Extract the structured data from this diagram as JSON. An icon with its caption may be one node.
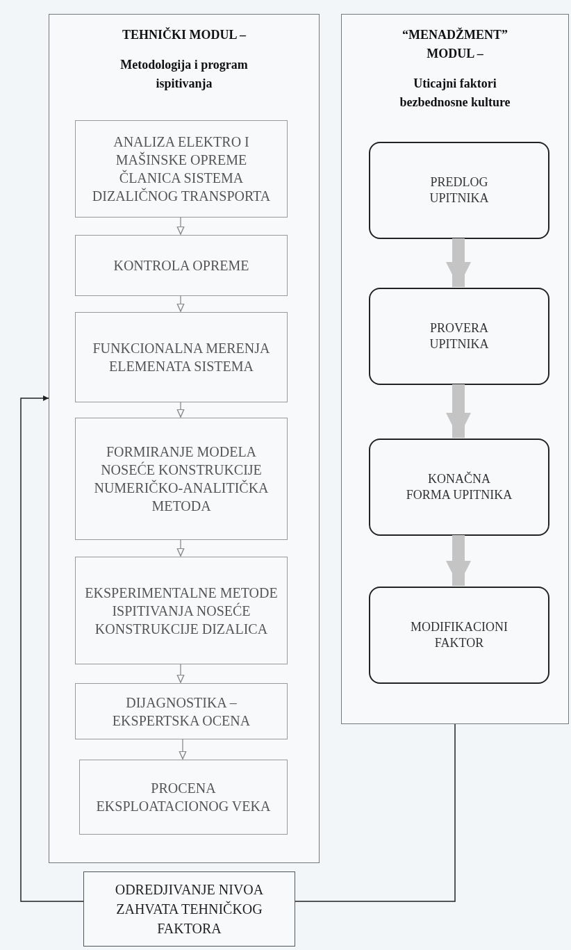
{
  "diagram": {
    "nodes": [
      {
        "text": [
          "TEHNIČKI MODUL –",
          "Metodologija i program ispitivanja"
        ]
      },
      {
        "text": [
          "ANALIZA ELEKTRO I MAŠINSKE OPREME ČLANICA SISTEMA DIZALIČNOG TRANSPORTA"
        ],
        "in": 0
      },
      {
        "text": [
          "KONTROLA OPREME"
        ],
        "in": 0
      },
      {
        "text": [
          "FUNKCIONALNA MERENJA ELEMENATA SISTEMA"
        ],
        "in": 0
      },
      {
        "text": [
          "FORMIRANJE MODELA NOSEĆE KONSTRUKCIJE NUMERIČKO-ANALITIČKA METODA"
        ],
        "in": 0
      },
      {
        "text": [
          "EKSPERIMENTALNE METODE ISPITIVANJA NOSEĆE KONSTRUKCIJE DIZALICA"
        ],
        "in": 0
      },
      {
        "text": [
          "DIJAGNOSTIKA – EKSPERTSKA OCENA"
        ],
        "in": 0
      },
      {
        "text": [
          "PROCENA EKSPLOATACIONOG VEKA"
        ],
        "in": 0
      },
      {
        "text": [
          "“MENADŽMENT” MODUL –",
          "Uticajni faktori bezbednosne kulture"
        ]
      },
      {
        "text": [
          "PREDLOG UPITNIKA"
        ],
        "in": 8
      },
      {
        "text": [
          "PROVERA UPITNIKA"
        ],
        "in": 8
      },
      {
        "text": [
          "KONAČNA FORMA UPITNIKA"
        ],
        "in": 8
      },
      {
        "text": [
          "MODIFIKACIONI FAKTOR"
        ],
        "in": 8
      },
      {
        "text": [
          "ODREDJIVANJE NIVOA ZAHVATA TEHNIČKOG FAKTORA"
        ]
      }
    ],
    "edges": [
      {
        "from": 1,
        "to": 2,
        "arrow": "to"
      },
      {
        "from": 2,
        "to": 3,
        "arrow": "to"
      },
      {
        "from": 3,
        "to": 4,
        "arrow": "to"
      },
      {
        "from": 4,
        "to": 5,
        "arrow": "to"
      },
      {
        "from": 5,
        "to": 6,
        "arrow": "to"
      },
      {
        "from": 6,
        "to": 7,
        "arrow": "to"
      },
      {
        "from": 9,
        "to": 10,
        "arrow": "to",
        "style": "thick",
        "color": "#c4c4c4"
      },
      {
        "from": 10,
        "to": 11,
        "arrow": "to",
        "style": "thick",
        "color": "#c4c4c4"
      },
      {
        "from": 11,
        "to": 12,
        "arrow": "to",
        "style": "thick",
        "color": "#c4c4c4"
      },
      {
        "from": 8,
        "to": 13,
        "arrow": "none",
        "color": "#222222"
      },
      {
        "from": 13,
        "to": 0,
        "arrow": "to",
        "color": "#222222"
      }
    ]
  }
}
